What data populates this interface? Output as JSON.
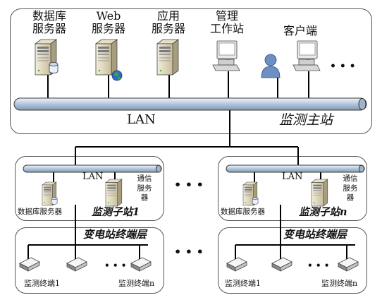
{
  "main_station": {
    "servers": [
      {
        "line1": "数据库",
        "line2": "服务器",
        "icon": "database-server-icon"
      },
      {
        "line1": "Web",
        "line2": "服务器",
        "icon": "web-server-icon"
      },
      {
        "line1": "应用",
        "line2": "服务器",
        "icon": "application-server-icon"
      },
      {
        "line1": "管理",
        "line2": "工作站",
        "icon": "workstation-icon"
      },
      {
        "line1": "客户端",
        "line2": "",
        "icon": "client-computer-icon"
      }
    ],
    "ellipsis": "• • •",
    "lan_label": "LAN",
    "title": "监测主站"
  },
  "sub_stations": [
    {
      "lan_label": "LAN",
      "db_label": "数据库服务器",
      "comm_label": "通信\n服务\n器",
      "title": "监测子站1"
    },
    {
      "lan_label": "LAN",
      "db_label": "数据库服务器",
      "comm_label": "通信\n服务\n器",
      "title": "监测子站n"
    }
  ],
  "terminal_layers": [
    {
      "title": "变电站终端层",
      "first_label": "监测终端1",
      "last_label": "监测终端n",
      "ellipsis": "• • •"
    },
    {
      "title": "变电站终端层",
      "first_label": "监测终端1",
      "last_label": "监测终端n",
      "ellipsis": "• • •"
    }
  ],
  "between_ellipsis": "• • •",
  "colors": {
    "lan_bus": "#b8cce0",
    "bus_outline": "#3a3a3a",
    "link": "#000000"
  }
}
